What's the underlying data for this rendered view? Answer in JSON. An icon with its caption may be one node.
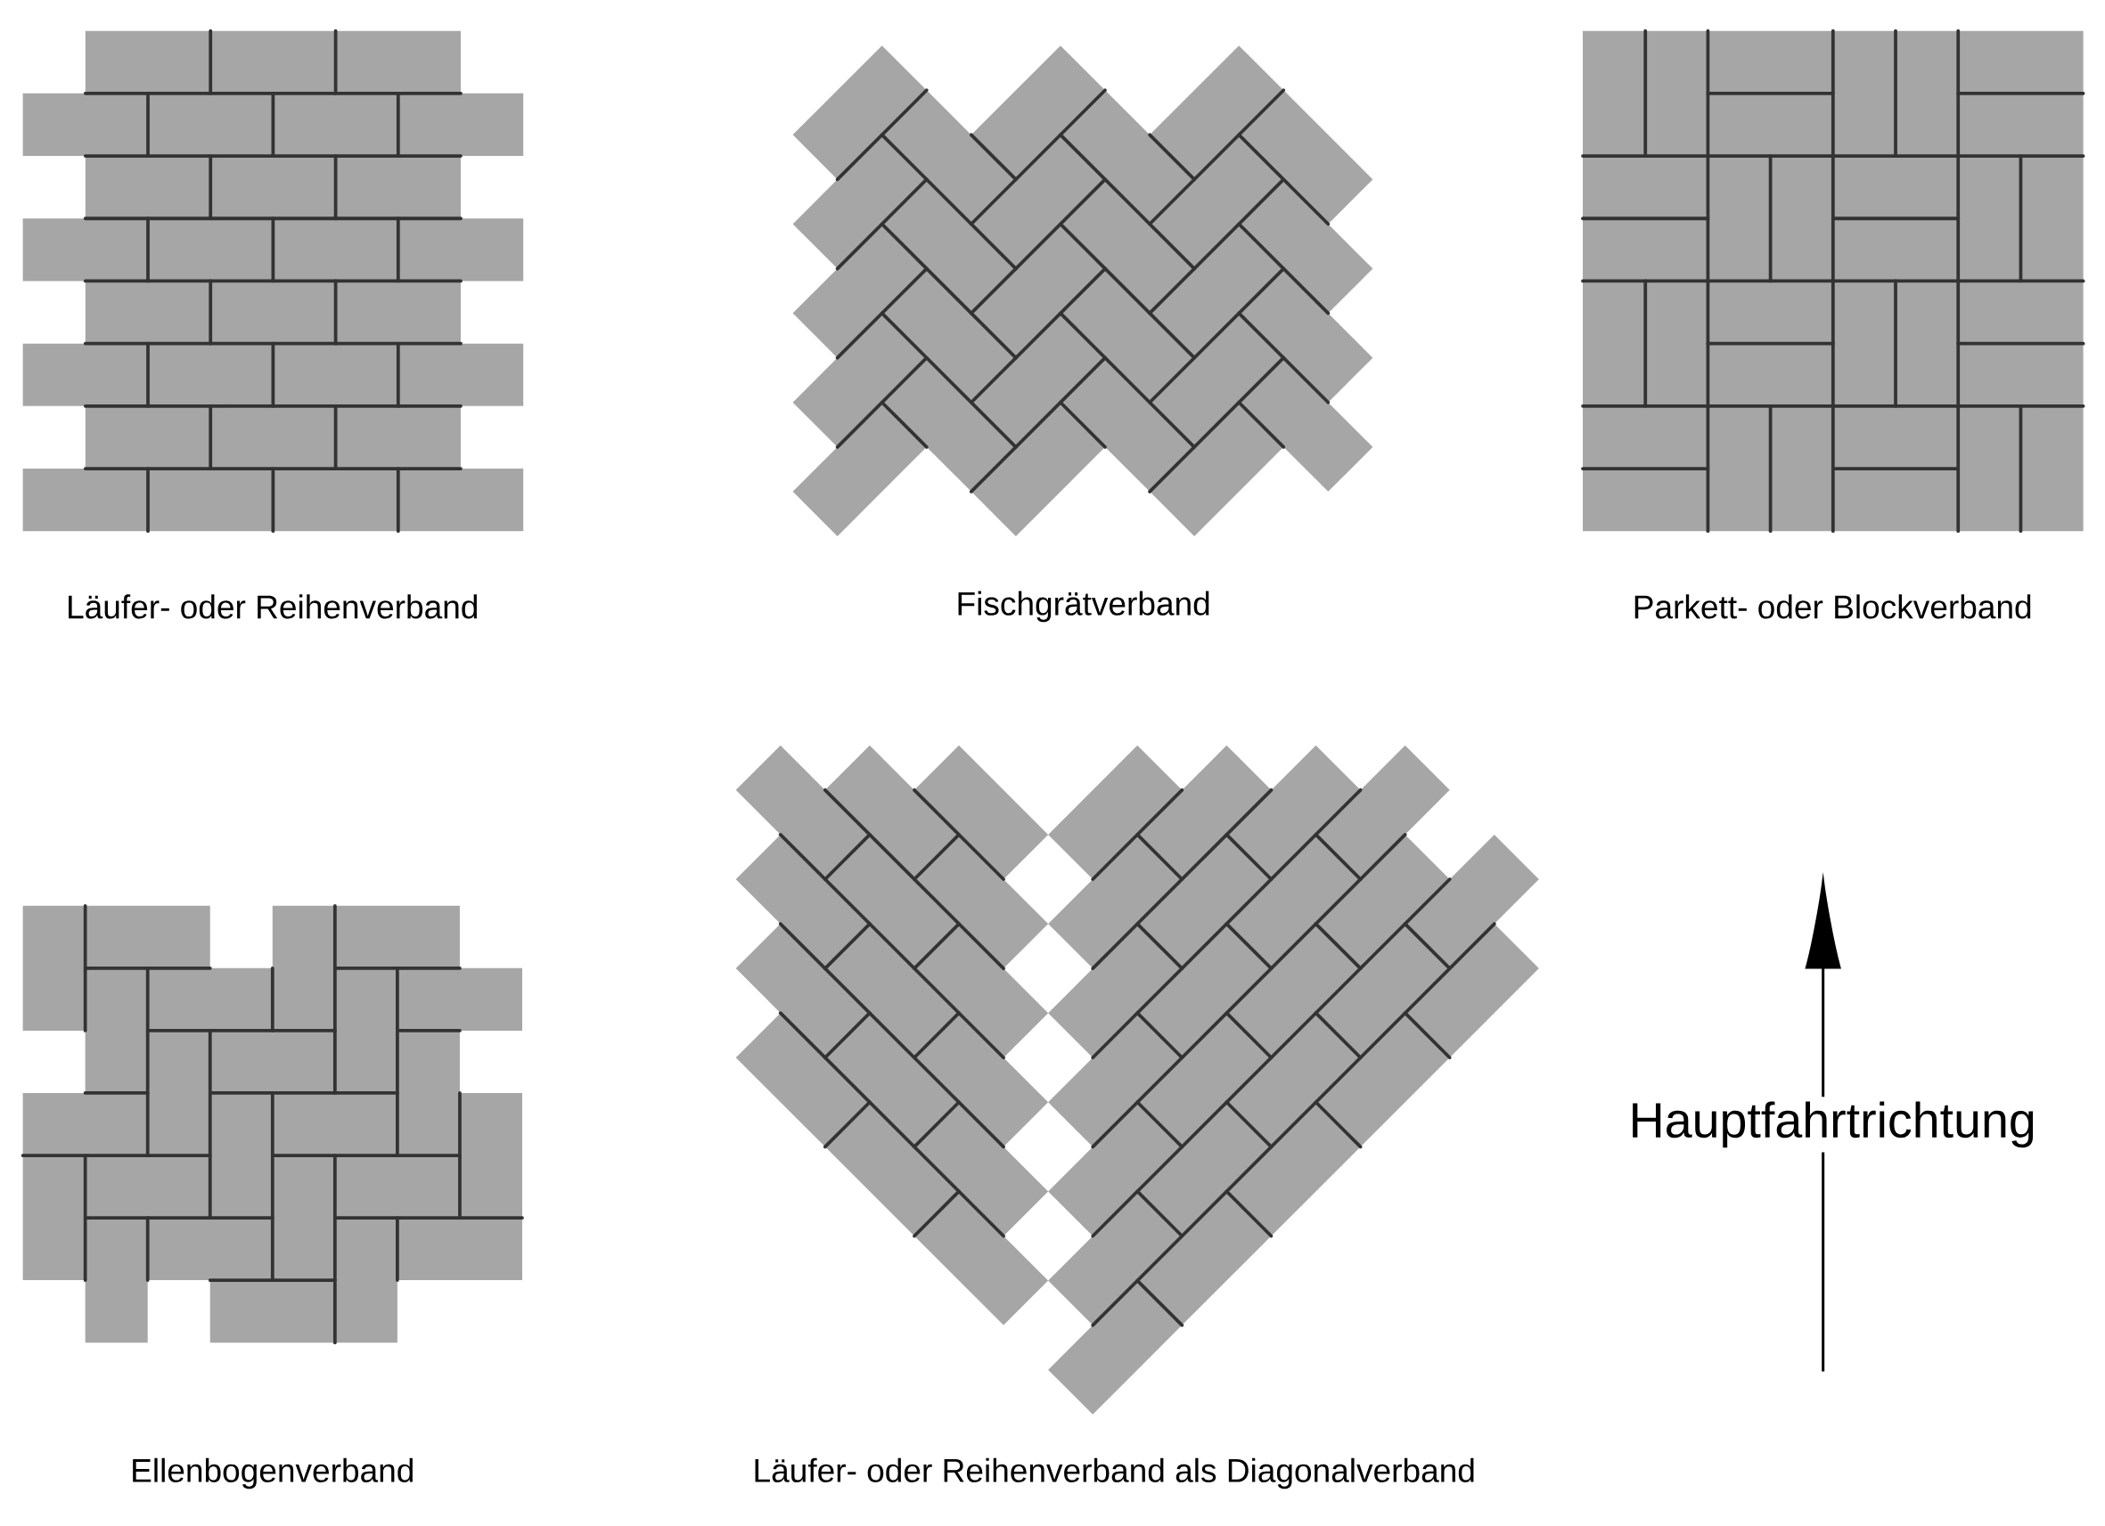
{
  "diagram": {
    "labels": [
      "Läufer- oder Reihenverband",
      "Fischgrätverband",
      "Parkett- oder Blockverband",
      "Hauptfahrtrichtung",
      "Ellenbogenverband",
      "Läufer- oder Reihenverband als Diagonalverband"
    ]
  }
}
